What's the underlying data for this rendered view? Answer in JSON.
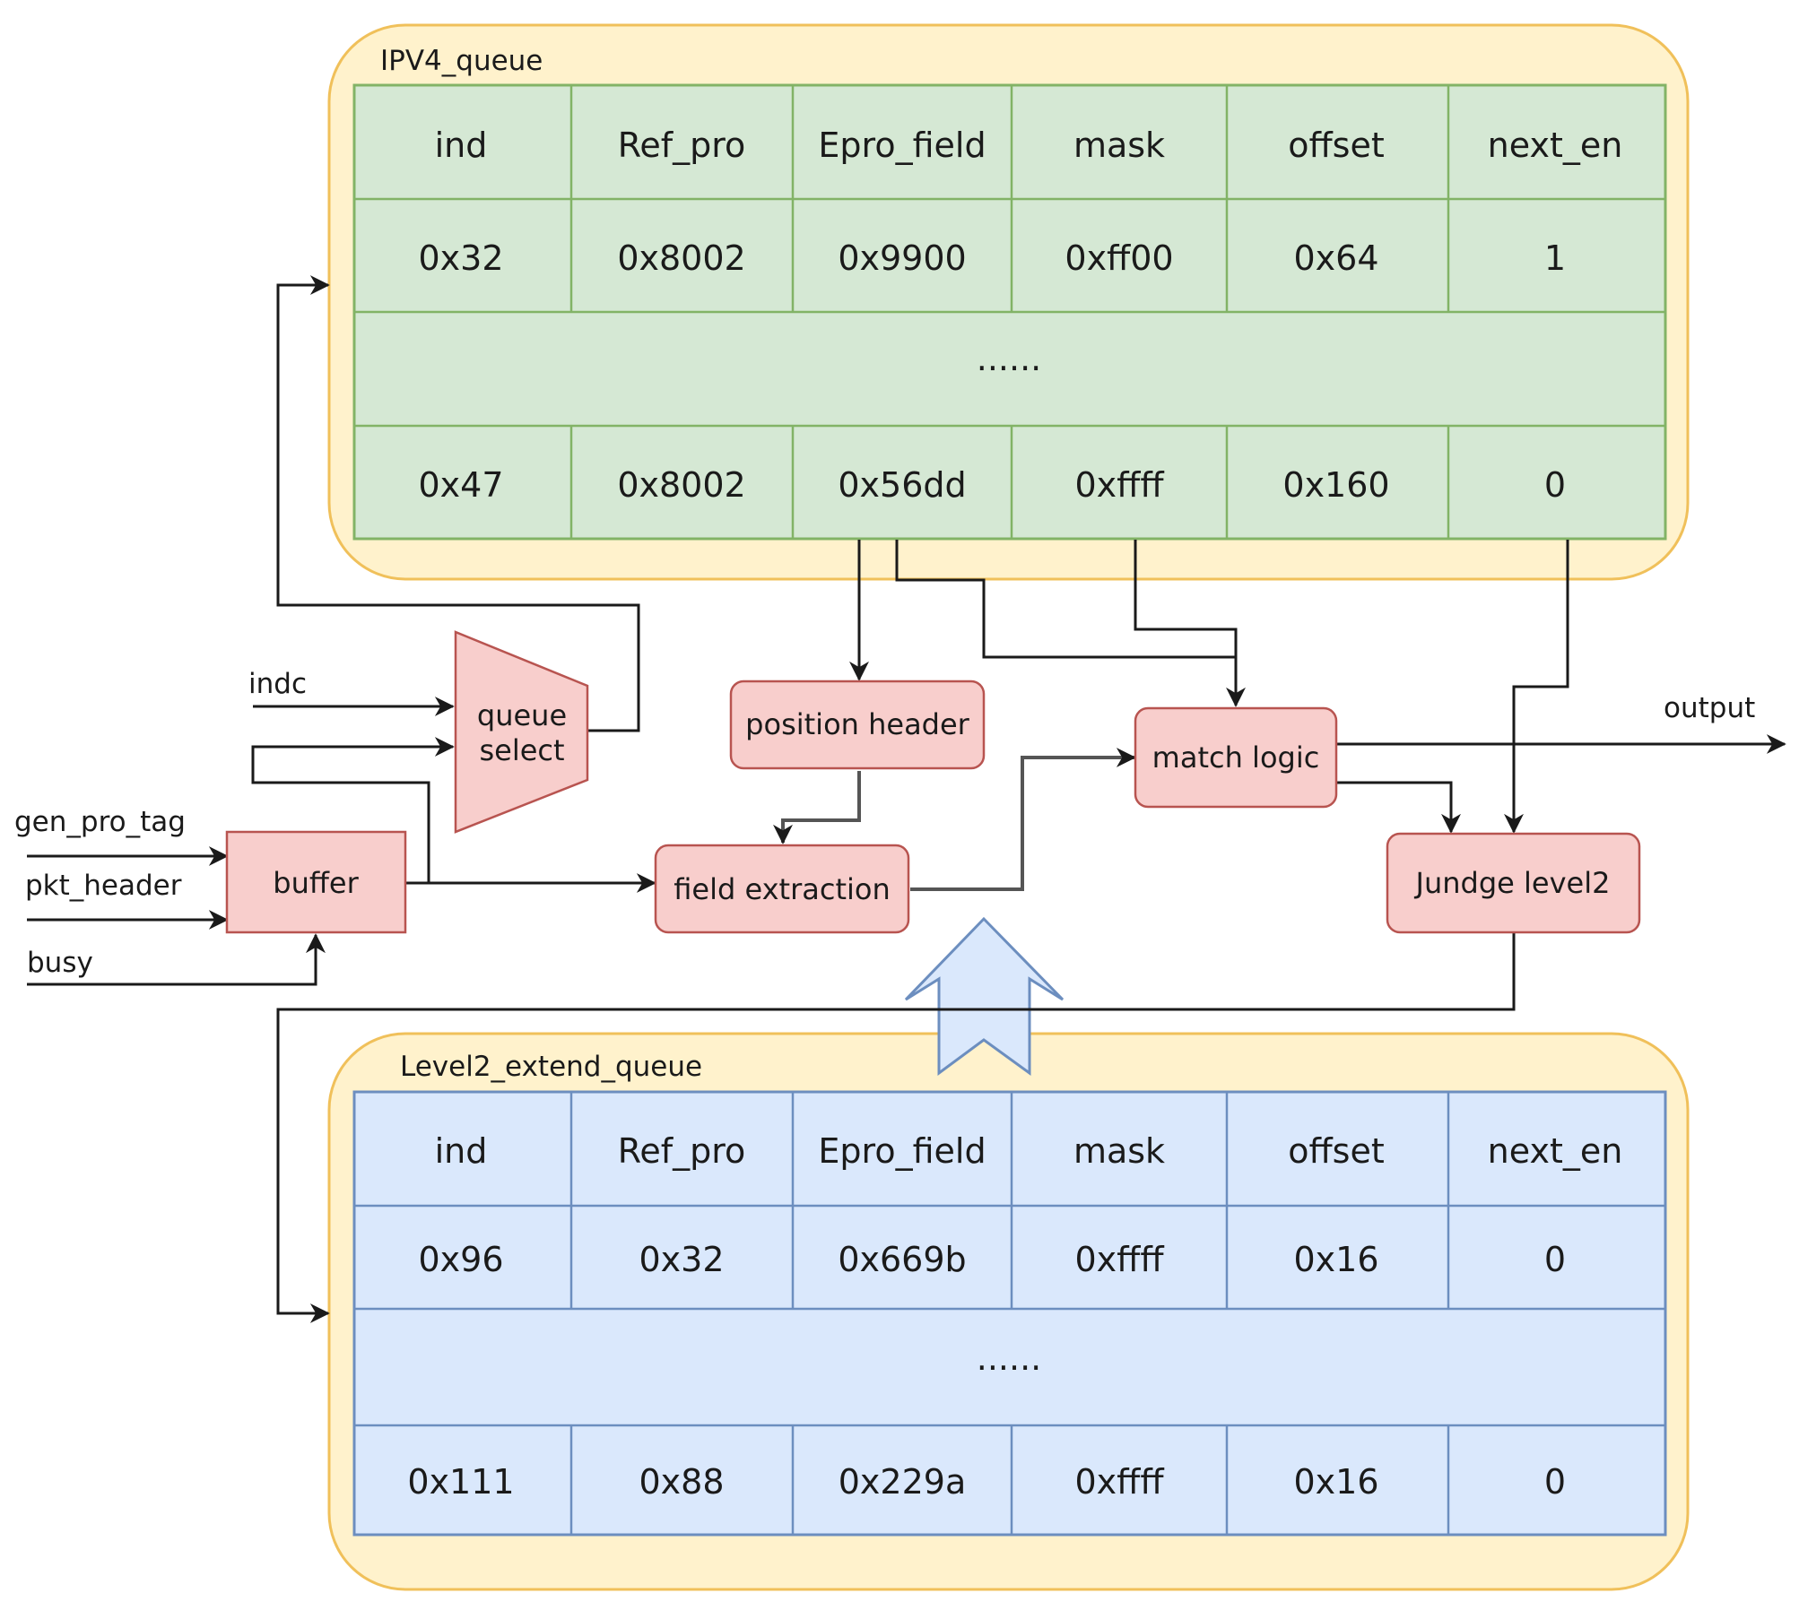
{
  "ipv4_queue": {
    "title": "IPV4_queue",
    "headers": [
      "ind",
      "Ref_pro",
      "Epro_field",
      "mask",
      "offset",
      "next_en"
    ],
    "rows": [
      [
        "0x32",
        "0x8002",
        "0x9900",
        "0xff00",
        "0x64",
        "1"
      ],
      [
        "0x47",
        "0x8002",
        "0x56dd",
        "0xffff",
        "0x160",
        "0"
      ]
    ],
    "ellipsis": "......"
  },
  "level2_queue": {
    "title": "Level2_extend_queue",
    "headers": [
      "ind",
      "Ref_pro",
      "Epro_field",
      "mask",
      "offset",
      "next_en"
    ],
    "rows": [
      [
        "0x96",
        "0x32",
        "0x669b",
        "0xffff",
        "0x16",
        "0"
      ],
      [
        "0x111",
        "0x88",
        "0x229a",
        "0xffff",
        "0x16",
        "0"
      ]
    ],
    "ellipsis": "......"
  },
  "blocks": {
    "queue_select": [
      "queue",
      "select"
    ],
    "buffer": "buffer",
    "position_header": "position header",
    "field_extraction": "field extraction",
    "match_logic": "match logic",
    "judge_level2": "Jundge level2"
  },
  "signals": {
    "indc": "indc",
    "gen_pro_tag": "gen_pro_tag",
    "pkt_header": "pkt_header",
    "busy": "busy",
    "output": "output"
  },
  "colors": {
    "queue_frame_fill": "#fff2cc",
    "queue_frame_stroke": "#f0c05a",
    "ipv4_table_fill": "#d5e8d4",
    "ipv4_table_stroke": "#82b366",
    "level2_table_fill": "#dae8fc",
    "level2_table_stroke": "#6c8ebf",
    "block_fill": "#f8cecc",
    "block_stroke": "#b85450",
    "big_arrow_fill": "#dae8fc",
    "big_arrow_stroke": "#6c8ebf"
  }
}
